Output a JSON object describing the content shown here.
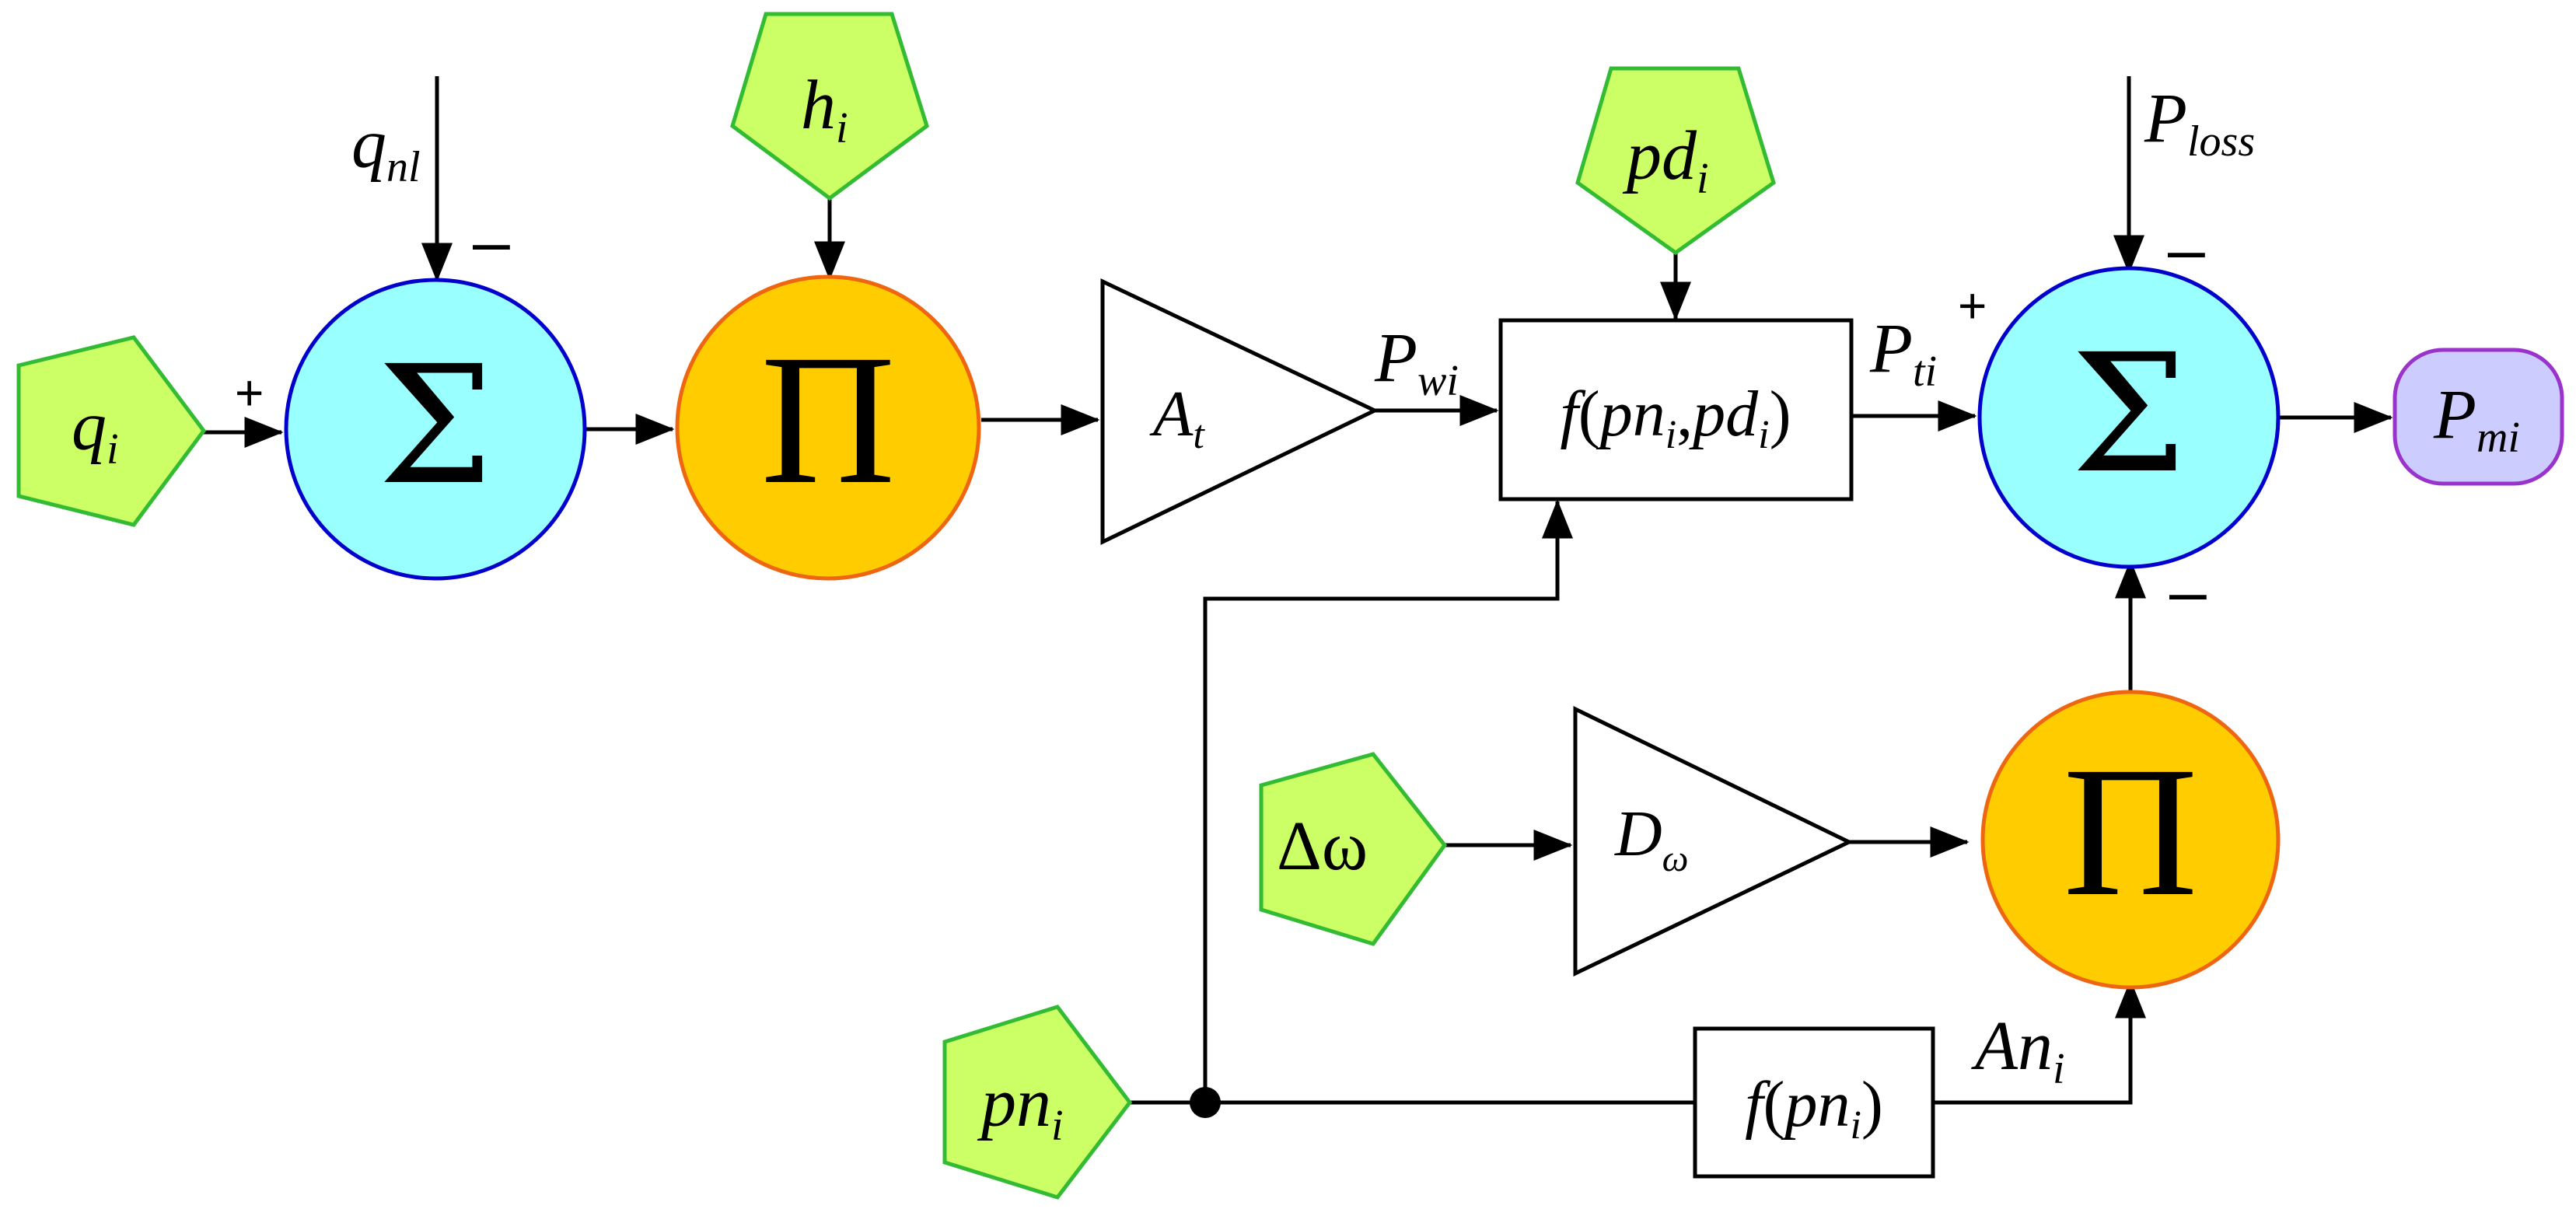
{
  "colors": {
    "input_fill": "#ccff66",
    "input_stroke": "#33bb33",
    "sum_fill": "#99ffff",
    "sum_stroke": "#0000cc",
    "product_fill": "#ffcc00",
    "product_stroke": "#ee6611",
    "output_fill": "#ccccff",
    "output_stroke": "#9933cc"
  },
  "inputs": {
    "q": {
      "base": "q",
      "sub": "i"
    },
    "h": {
      "base": "h",
      "sub": "i"
    },
    "pd": {
      "base": "pd",
      "sub": "i"
    },
    "dw": {
      "text": "Δω"
    },
    "pn": {
      "base": "pn",
      "sub": "i"
    }
  },
  "signals": {
    "qnl": {
      "base": "q",
      "sub": "nl"
    },
    "ploss": {
      "base": "P",
      "sub": "loss"
    },
    "pwi": {
      "base": "P",
      "sub": "wi"
    },
    "pti": {
      "base": "P",
      "sub": "ti"
    },
    "ani": {
      "base": "An",
      "sub": "i"
    }
  },
  "blocks": {
    "sum_symbol": "Σ",
    "product_symbol": "Π",
    "gain_at": {
      "base": "A",
      "sub": "t"
    },
    "gain_dw": {
      "base": "D",
      "sub": "ω"
    },
    "func_main": {
      "pre": "f",
      "open": "(",
      "a": "pn",
      "asub": "i",
      "comma": ",",
      "b": "pd",
      "bsub": "i",
      "close": ")"
    },
    "func_an": {
      "pre": "f",
      "open": "(",
      "a": "pn",
      "asub": "i",
      "close": ")"
    }
  },
  "output": {
    "base": "P",
    "sub": "mi"
  },
  "signs": {
    "sum1_plus": "+",
    "sum1_minus": "–",
    "sum2_plus": "+",
    "sum2_minus_top": "–",
    "sum2_minus_bottom": "–"
  }
}
